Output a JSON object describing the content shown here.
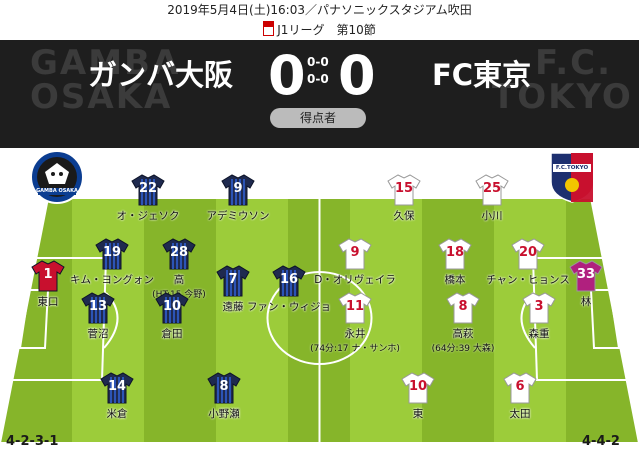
{
  "header": {
    "date_venue": "2019年5月4日(土)16:03／パナソニックスタジアム吹田",
    "league": "J1リーグ　第10節"
  },
  "match": {
    "home_team": "ガンバ大阪",
    "away_team": "FC東京",
    "home_score": "0",
    "away_score": "0",
    "first_half": "0-0",
    "second_half": "0-0",
    "scorers_label": "得点者",
    "home_watermark_1": "GAMBA",
    "home_watermark_2": "OSAKA",
    "away_watermark_1": "F.C.",
    "away_watermark_2": "TOKYO",
    "home_emblem_text": "GAMBA OSAKA",
    "away_emblem_text": "F.C.TOKYO"
  },
  "home_formation": "4-2-3-1",
  "away_formation": "4-4-2",
  "colors": {
    "home_kit": "#1f2a4f",
    "away_kit": "#ffffff",
    "home_gk": "#c8102e",
    "away_gk": "#b0207e",
    "pitch_light": "#9ccc3a",
    "pitch_dark": "#86b52a",
    "board": "#1e1e1e"
  },
  "home_players": [
    {
      "num": "22",
      "name": "オ・ジェソク",
      "sub": ""
    },
    {
      "num": "9",
      "name": "アデミウソン",
      "sub": ""
    },
    {
      "num": "1",
      "name": "東口",
      "sub": ""
    },
    {
      "num": "19",
      "name": "キム・ヨングォン",
      "sub": ""
    },
    {
      "num": "28",
      "name": "高",
      "sub": "(HT:15 今野)"
    },
    {
      "num": "7",
      "name": "遠藤",
      "sub": ""
    },
    {
      "num": "16",
      "name": "ファン・ウィジョ",
      "sub": ""
    },
    {
      "num": "13",
      "name": "菅沼",
      "sub": ""
    },
    {
      "num": "10",
      "name": "倉田",
      "sub": ""
    },
    {
      "num": "14",
      "name": "米倉",
      "sub": ""
    },
    {
      "num": "8",
      "name": "小野瀬",
      "sub": ""
    }
  ],
  "away_players": [
    {
      "num": "15",
      "name": "久保",
      "sub": ""
    },
    {
      "num": "25",
      "name": "小川",
      "sub": ""
    },
    {
      "num": "9",
      "name": "D・オリヴェイラ",
      "sub": ""
    },
    {
      "num": "18",
      "name": "橋本",
      "sub": ""
    },
    {
      "num": "20",
      "name": "チャン・ヒョンス",
      "sub": ""
    },
    {
      "num": "33",
      "name": "林",
      "sub": ""
    },
    {
      "num": "11",
      "name": "永井",
      "sub": "(74分:17 ナ・サンホ)"
    },
    {
      "num": "8",
      "name": "高萩",
      "sub": "(64分:39 大森)"
    },
    {
      "num": "3",
      "name": "森重",
      "sub": ""
    },
    {
      "num": "10",
      "name": "東",
      "sub": ""
    },
    {
      "num": "6",
      "name": "太田",
      "sub": ""
    }
  ]
}
